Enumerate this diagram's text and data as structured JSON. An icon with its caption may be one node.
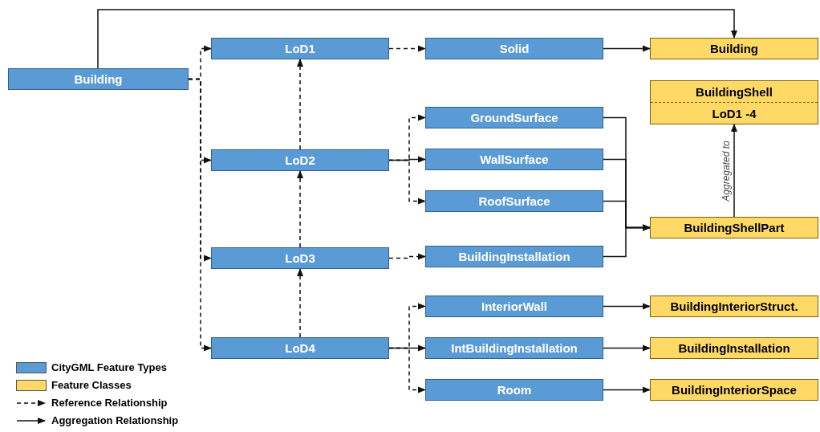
{
  "diagram": {
    "nodes": [
      {
        "text": [
          "Building"
        ]
      },
      {
        "text": [
          "LoD1"
        ]
      },
      {
        "text": [
          "LoD2"
        ]
      },
      {
        "text": [
          "LoD3"
        ]
      },
      {
        "text": [
          "LoD4"
        ]
      },
      {
        "text": [
          "Solid"
        ]
      },
      {
        "text": [
          "GroundSurface"
        ]
      },
      {
        "text": [
          "WallSurface"
        ]
      },
      {
        "text": [
          "RoofSurface"
        ]
      },
      {
        "text": [
          "BuildingInstallation"
        ]
      },
      {
        "text": [
          "InteriorWall"
        ]
      },
      {
        "text": [
          "IntBuildingInstallation"
        ]
      },
      {
        "text": [
          "Room"
        ]
      },
      {
        "text": [
          "Building"
        ]
      },
      {
        "text": [
          "BuildingShell",
          "LoD1 -4"
        ]
      },
      {
        "text": [
          "BuildingShellPart"
        ]
      },
      {
        "text": [
          "BuildingInteriorStruct."
        ]
      },
      {
        "text": [
          "BuildingInstallation"
        ]
      },
      {
        "text": [
          "BuildingInteriorSpace"
        ]
      }
    ],
    "edges": [
      {
        "from": 0,
        "to": 1,
        "arrow": "to",
        "style": "dashed"
      },
      {
        "from": 0,
        "to": 2,
        "arrow": "to",
        "style": "dashed"
      },
      {
        "from": 0,
        "to": 3,
        "arrow": "to",
        "style": "dashed"
      },
      {
        "from": 0,
        "to": 4,
        "arrow": "to",
        "style": "dashed"
      },
      {
        "from": 0,
        "to": 13,
        "arrow": "to"
      },
      {
        "from": 2,
        "to": 1,
        "arrow": "to",
        "style": "dashed"
      },
      {
        "from": 3,
        "to": 2,
        "arrow": "to",
        "style": "dashed"
      },
      {
        "from": 4,
        "to": 3,
        "arrow": "to",
        "style": "dashed"
      },
      {
        "from": 1,
        "to": 5,
        "arrow": "to",
        "style": "dashed"
      },
      {
        "from": 2,
        "to": 6,
        "arrow": "to",
        "style": "dashed"
      },
      {
        "from": 2,
        "to": 7,
        "arrow": "to"
      },
      {
        "from": 2,
        "to": 8,
        "arrow": "to",
        "style": "dashed"
      },
      {
        "from": 3,
        "to": 9,
        "arrow": "to",
        "style": "dashed"
      },
      {
        "from": 4,
        "to": 10,
        "arrow": "to",
        "style": "dashed"
      },
      {
        "from": 4,
        "to": 11,
        "arrow": "to"
      },
      {
        "from": 4,
        "to": 12,
        "arrow": "to",
        "style": "dashed"
      },
      {
        "from": 5,
        "to": 13,
        "arrow": "to"
      },
      {
        "from": 6,
        "to": 15,
        "arrow": "to"
      },
      {
        "from": 7,
        "to": 15,
        "arrow": "to"
      },
      {
        "from": 8,
        "to": 15,
        "arrow": "to"
      },
      {
        "from": 9,
        "to": 15,
        "arrow": "to"
      },
      {
        "from": 15,
        "to": 14,
        "arrow": "to",
        "label": "Aggregated to"
      },
      {
        "from": 10,
        "to": 16,
        "arrow": "to"
      },
      {
        "from": 11,
        "to": 17,
        "arrow": "to"
      },
      {
        "from": 12,
        "to": 18,
        "arrow": "to"
      }
    ],
    "legend": [
      {
        "text": "CityGML Feature Types",
        "color": "#5b9bd5"
      },
      {
        "text": "Feature Classes",
        "color": "#ffd966"
      },
      {
        "text": "Reference Relationship"
      },
      {
        "text": "Aggregation Relationship"
      }
    ]
  }
}
